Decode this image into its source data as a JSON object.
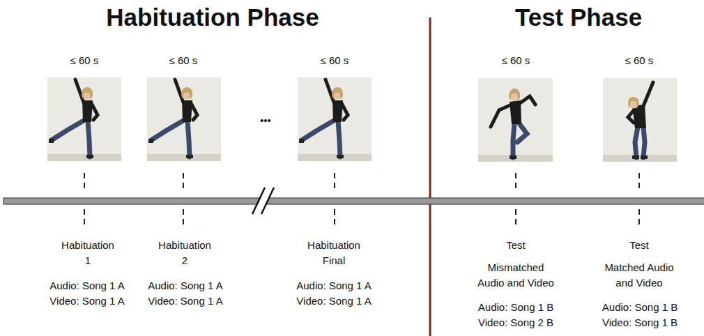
{
  "diagram": {
    "labels": [
      "Habituation Phase",
      "Test Phase",
      "≤ 60 s",
      "≤ 60 s",
      "≤ 60 s",
      "≤ 60 s",
      "≤ 60 s",
      "•••",
      "Habituation 1",
      "Habituation 2",
      "Habituation Final",
      "Test",
      "Test",
      "Mismatched Audio and Video",
      "Matched Audio and Video",
      "Audio: Song 1 A",
      "Video: Song 1 A",
      "Audio: Song 1 A",
      "Video: Song 1 A",
      "Audio: Song 1 A",
      "Video: Song 1 A",
      "Audio: Song 1 B",
      "Video: Song 2 B",
      "Audio: Song 1 B",
      "Video: Song 1 B"
    ]
  }
}
